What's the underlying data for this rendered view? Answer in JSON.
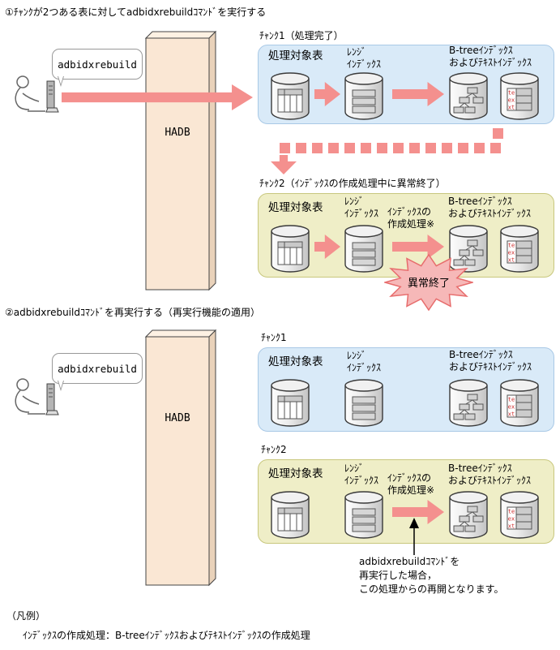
{
  "s1": {
    "title": "①ﾁｬﾝｸが2つある表に対してadbidxrebuildｺﾏﾝﾄﾞを実行する",
    "chunk1_label": "ﾁｬﾝｸ1（処理完了）",
    "chunk2_label": "ﾁｬﾝｸ2（ｲﾝﾃﾞｯｸｽの作成処理中に異常終了）",
    "abnormal_label": "異常終了"
  },
  "s2": {
    "title": "②adbidxrebuildｺﾏﾝﾄﾞを再実行する（再実行機能の適用）",
    "chunk1_label": "ﾁｬﾝｸ1",
    "chunk2_label": "ﾁｬﾝｸ2",
    "annotation": [
      "adbidxrebuildｺﾏﾝﾄﾞを",
      "再実行した場合，",
      "この処理からの再開となります。"
    ]
  },
  "command": "adbidxrebuild",
  "hadb_label": "HADB",
  "labels": {
    "table": "処理対象表",
    "range1": "ﾚﾝｼﾞ",
    "range2": "ｲﾝﾃﾞｯｸｽ",
    "btree1": "B-treeｲﾝﾃﾞｯｸｽ",
    "btree2": "およびﾃｷｽﾄｲﾝﾃﾞｯｸｽ",
    "process1": "ｲﾝﾃﾞｯｸｽの",
    "process2": "作成処理※"
  },
  "text_index_cells": [
    "te",
    "ex",
    "xt"
  ],
  "legend": {
    "title": "（凡例）",
    "text": "ｲﾝﾃﾞｯｸｽの作成処理：B-treeｲﾝﾃﾞｯｸｽおよびﾃｷｽﾄｲﾝﾃﾞｯｸｽの作成処理"
  },
  "colors": {
    "arrow_pink": "#f4908e",
    "panel_blue": "#d9eaf8",
    "panel_blue_border": "#a9c9e6",
    "panel_yellow": "#efeec7",
    "panel_yellow_border": "#c8c77d",
    "hadb_front": "#fae7d4",
    "hadb_side": "#e9d2ba",
    "star_fill": "#f6b8b8",
    "star_border": "#e76c6c",
    "text_index_red": "#cc2222"
  }
}
